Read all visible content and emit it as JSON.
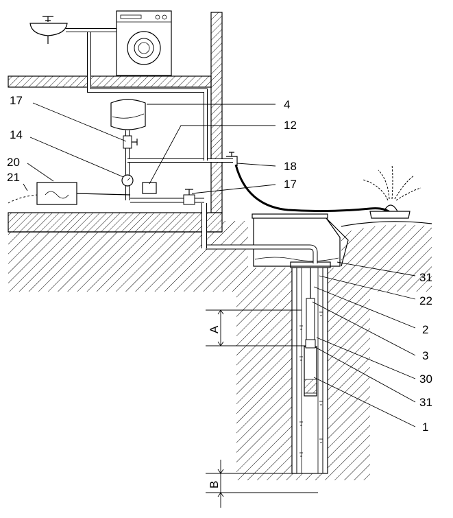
{
  "callouts": {
    "c17_top": "17",
    "c14": "14",
    "c20": "20",
    "c21": "21",
    "c4": "4",
    "c12": "12",
    "c18": "18",
    "c17_mid": "17",
    "c31_top": "31",
    "c22": "22",
    "c2": "2",
    "c3": "3",
    "c30": "30",
    "c31_bot": "31",
    "c1": "1"
  },
  "dimensions": {
    "a": "A",
    "b": "B"
  },
  "colors": {
    "line": "#000000",
    "background": "#ffffff"
  }
}
